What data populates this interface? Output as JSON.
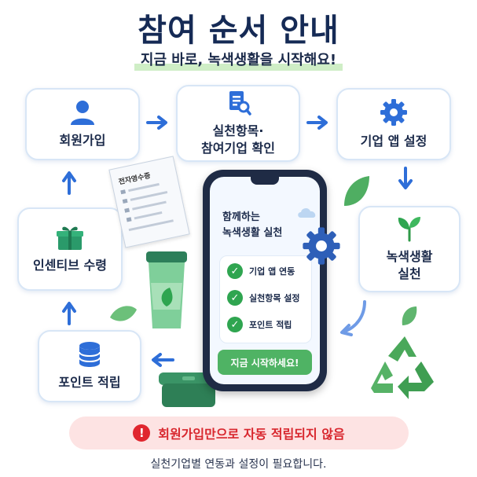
{
  "header": {
    "title": "참여 순서 안내",
    "subtitle": "지금 바로, 녹색생활을 시작해요!"
  },
  "steps": {
    "signup": "회원가입",
    "check_items_line1": "실천항목·",
    "check_items_line2": "참여기업 확인",
    "app_setup": "기업 앱 설정",
    "practice_line1": "녹색생활",
    "practice_line2": "실천",
    "points": "포인트 적립",
    "incentive": "인센티브 수령"
  },
  "receipt": {
    "label": "전자영수증"
  },
  "phone": {
    "title_line1": "함께하는",
    "title_line2": "녹색생활 실천",
    "checks": [
      "기업 앱 연동",
      "실천항목 설정",
      "포인트 적립"
    ],
    "start_button": "지금 시작하세요!"
  },
  "warning": {
    "text": "회원가입만으로 자동 적립되지 않음"
  },
  "note": {
    "text": "실천기업별 연동과 설정이 필요합니다."
  },
  "colors": {
    "title": "#152a55",
    "arrow": "#2e6ed8",
    "green": "#2fa550",
    "warning_bg": "#fde3e3",
    "warning_text": "#d8262d"
  },
  "icons": {
    "signup": "user-icon",
    "check_items": "document-search-icon",
    "app_setup": "gear-icon",
    "practice": "sprout-icon",
    "points": "coin-stack-icon",
    "incentive": "gift-icon"
  }
}
